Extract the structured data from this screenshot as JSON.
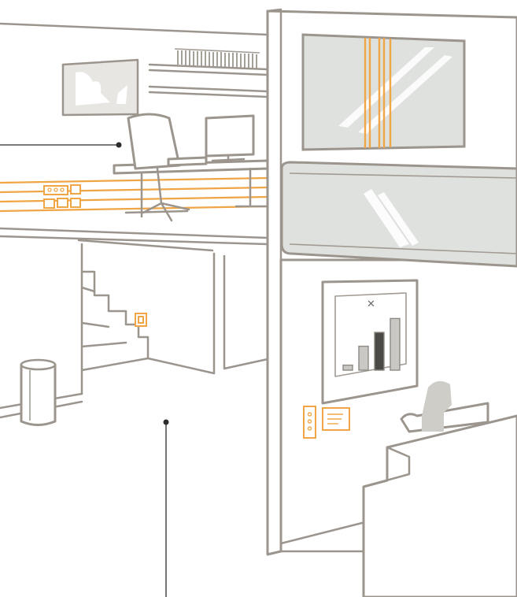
{
  "illustration": {
    "subject": "cutaway-building-interior",
    "colors": {
      "outline": "#9b958d",
      "accent": "#f0a546",
      "glass": "#dfe1df",
      "dark": "#4b4a47"
    },
    "icons": [
      "office-desk-icon",
      "monitor-icon",
      "chair-icon",
      "staircase-icon",
      "chart-board-icon",
      "sofa-icon",
      "person-icon",
      "bin-icon",
      "socket-panel-icon",
      "thermostat-icon"
    ],
    "callouts": [
      "upper-office-callout",
      "ground-floor-callout"
    ],
    "chart_board": {
      "close_glyph": "✕",
      "bars": [
        0.08,
        0.38,
        0.6,
        0.82
      ]
    }
  }
}
